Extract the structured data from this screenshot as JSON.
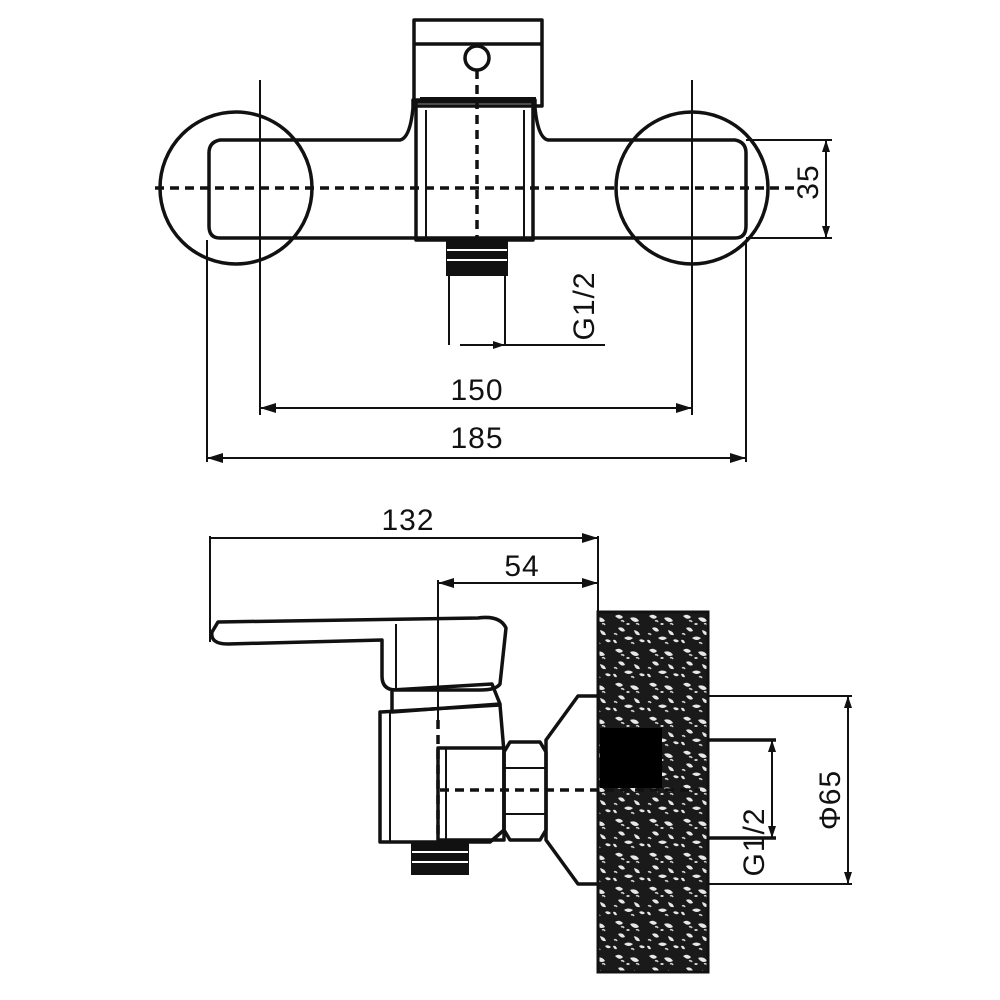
{
  "top_view": {
    "dim_width_inner": "150",
    "dim_width_outer": "185",
    "dim_height": "35",
    "dim_thread": "G1/2"
  },
  "side_view": {
    "dim_depth": "132",
    "dim_offset": "54",
    "dim_thread": "G1/2",
    "dim_diameter": "Φ65"
  }
}
